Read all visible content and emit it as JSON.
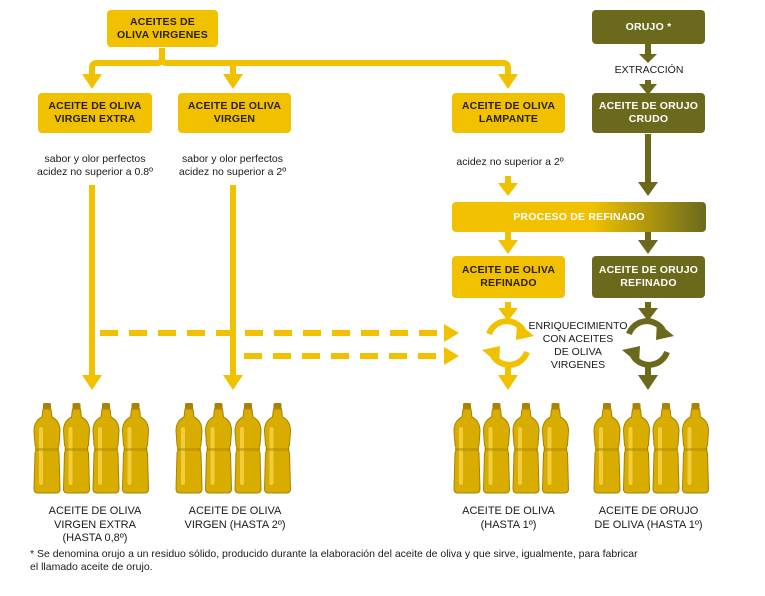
{
  "boxes": {
    "aceites_virgenes": "ACEITES DE\nOLIVA VIRGENES",
    "orujo": "ORUJO *",
    "virgen_extra": "ACEITE DE OLIVA\nVIRGEN EXTRA",
    "virgen": "ACEITE DE OLIVA\nVIRGEN",
    "lampante": "ACEITE DE OLIVA\nLAMPANTE",
    "orujo_crudo": "ACEITE DE ORUJO\nCRUDO",
    "refinado_proceso": "PROCESO DE REFINADO",
    "oliva_refinado": "ACEITE DE OLIVA\nREFINADO",
    "orujo_refinado": "ACEITE DE ORUJO\nREFINADO"
  },
  "labels": {
    "extraccion": "EXTRACCIÓN",
    "extra_desc": "sabor y olor perfectos\nacidez no superior a 0.8º",
    "virgen_desc": "sabor y olor perfectos\nacidez no superior a 2º",
    "lampante_desc": "acidez no superior a 2º",
    "enriquecimiento": "ENRIQUECIMIENTO\nCON ACEITES\nDE OLIVA\nVIRGENES"
  },
  "captions": {
    "extra": "ACEITE DE OLIVA\nVIRGEN EXTRA\n(HASTA 0,8º)",
    "virgen": "ACEITE DE OLIVA\nVIRGEN (HASTA 2º)",
    "oliva": "ACEITE DE OLIVA\n(HASTA 1º)",
    "orujo": "ACEITE DE ORUJO\nDE OLIVA (HASTA 1º)"
  },
  "footnote": "* Se denomina orujo a un  residuo sólido, producido durante la elaboración del aceite de oliva y que sirve, igualmente, para fabricar\n  el llamado aceite de orujo.",
  "colors": {
    "yellow": "#f1c100",
    "olive": "#6b6a1c",
    "bottle_yellow": "#d9ad00",
    "bottle_dark": "#a88200",
    "bottle_light": "#f6d54a"
  }
}
